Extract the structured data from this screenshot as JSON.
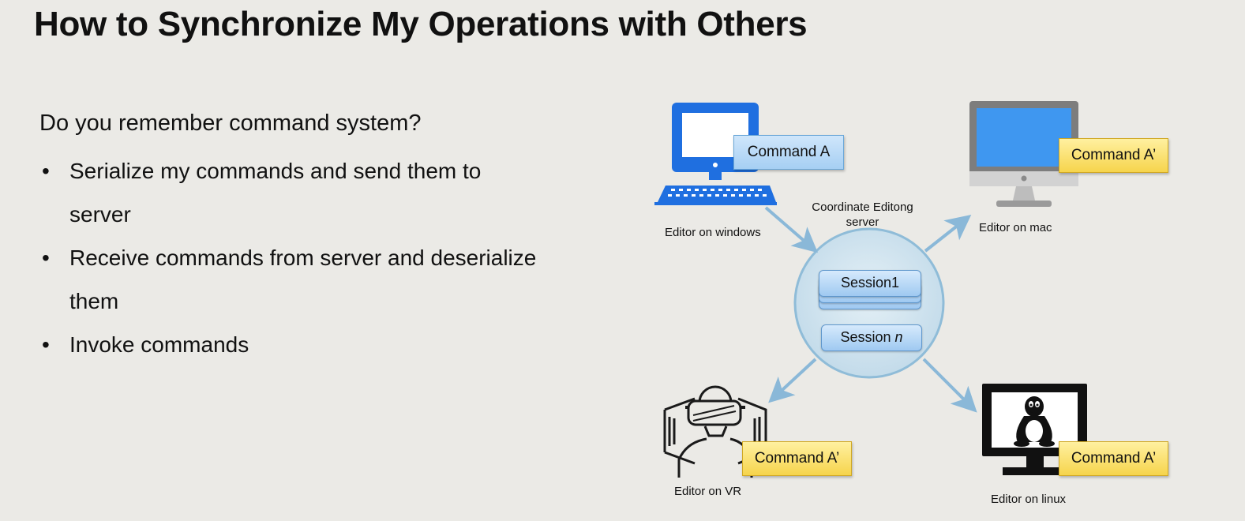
{
  "slide": {
    "title": "How to Synchronize My Operations with Others",
    "intro": "Do you remember command system?",
    "bullets": [
      "Serialize my commands and send them to server",
      "Receive commands from server and deserialize them",
      "Invoke commands"
    ],
    "bullet_glyph": "•"
  },
  "diagram": {
    "server_label": "Coordinate Editong server",
    "sessions": [
      "Session1",
      "Session"
    ],
    "session_n_suffix": "n",
    "clients": {
      "windows": {
        "label": "Editor on windows",
        "command": "Command A"
      },
      "mac": {
        "label": "Editor on mac",
        "command": "Command A’"
      },
      "vr": {
        "label": "Editor on VR",
        "command": "Command A’"
      },
      "linux": {
        "label": "Editor on linux",
        "command": "Command A’"
      }
    },
    "colors": {
      "windows_blue": "#1f6fe0",
      "mac_gray": "#7d7d7d",
      "mac_screen": "#3f97f0",
      "arrow": "#8ab8d8",
      "server_fill": "#cfe3ef",
      "command_blue": "#a6cff3",
      "command_yellow": "#f6d44c"
    },
    "icons": [
      "windows-pc-icon",
      "imac-icon",
      "vr-headset-icon",
      "linux-monitor-icon",
      "tux-icon"
    ]
  }
}
